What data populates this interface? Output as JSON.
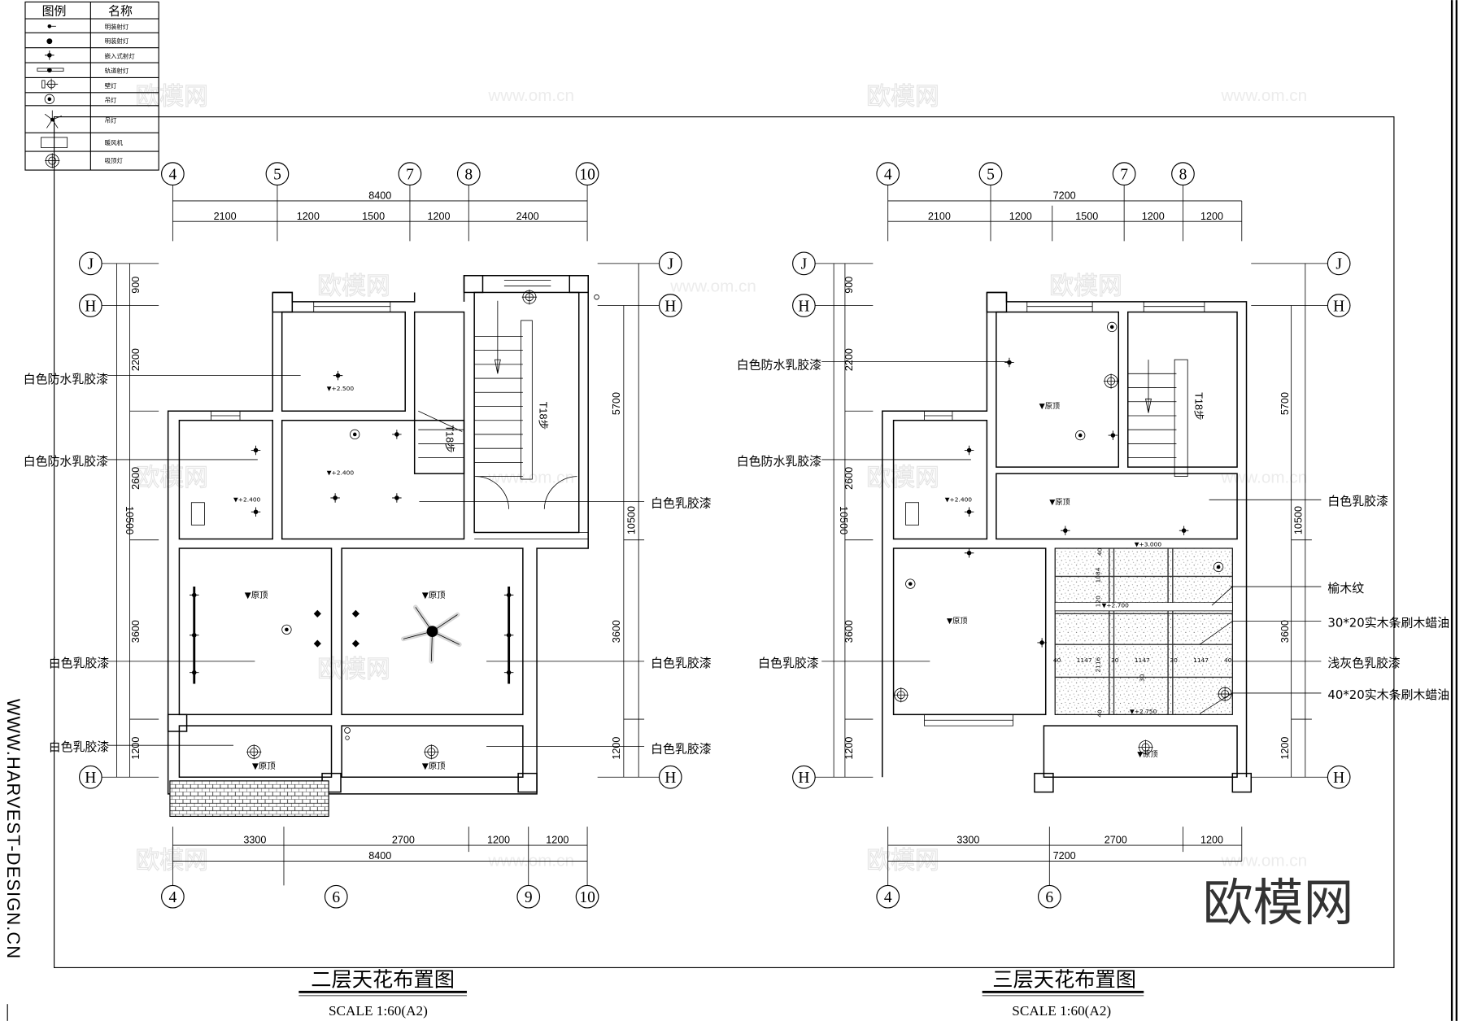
{
  "legend": {
    "header": [
      "图例",
      "名称"
    ],
    "items": [
      {
        "icon": "surface-spotlight-icon",
        "name": "明装射灯"
      },
      {
        "icon": "surface-spotlight-icon",
        "name": "明装射灯"
      },
      {
        "icon": "recessed-spotlight-icon",
        "name": "嵌入式射灯"
      },
      {
        "icon": "track-spotlight-icon",
        "name": "轨道射灯"
      },
      {
        "icon": "wall-lamp-icon",
        "name": "壁灯"
      },
      {
        "icon": "pendant-lamp-icon",
        "name": "吊灯"
      },
      {
        "icon": "fan-pendant-icon",
        "name": "吊灯"
      },
      {
        "icon": "heater-fan-icon",
        "name": "暖风机"
      },
      {
        "icon": "ceiling-lamp-icon",
        "name": "吸顶灯"
      }
    ]
  },
  "plan2": {
    "title": "二层天花布置图",
    "scale": "SCALE   1:60(A2)",
    "top_axes": [
      "4",
      "5",
      "7",
      "8",
      "10"
    ],
    "top_total": "8400",
    "top_dims": [
      "2100",
      "1200",
      "1500",
      "1200",
      "2400"
    ],
    "bottom_axes": [
      "4",
      "6",
      "9",
      "10"
    ],
    "bottom_total": "8400",
    "bottom_dims": [
      "3300",
      "2700",
      "1200",
      "1200"
    ],
    "side_axes": [
      "J",
      "H",
      "H"
    ],
    "left_dims": [
      "900",
      "2200",
      "2600",
      "3600",
      "1200"
    ],
    "left_total": "10500",
    "right_dims": [
      "5700",
      "3600",
      "1200"
    ],
    "right_total": "10500",
    "stair_label": "T18步",
    "stair_label_small": "T18步",
    "elevations": [
      "▼+2.500",
      "▼+2.400",
      "▼+2.400",
      "▼原顶",
      "▼原顶",
      "▼原顶",
      "▼原顶"
    ],
    "labels": [
      "白色防水乳胶漆",
      "白色防水乳胶漆",
      "白色乳胶漆",
      "白色乳胶漆",
      "白色乳胶漆",
      "白色乳胶漆",
      "白色乳胶漆"
    ]
  },
  "plan3": {
    "title": "三层天花布置图",
    "scale": "SCALE   1:60(A2)",
    "top_axes": [
      "4",
      "5",
      "7",
      "8"
    ],
    "top_total": "7200",
    "top_dims": [
      "2100",
      "1200",
      "1500",
      "1200",
      "1200"
    ],
    "bottom_axes": [
      "4",
      "6"
    ],
    "bottom_total": "7200",
    "bottom_dims": [
      "3300",
      "2700",
      "1200"
    ],
    "side_axes": [
      "J",
      "H",
      "H"
    ],
    "left_dims": [
      "900",
      "2200",
      "2600",
      "3600",
      "1200"
    ],
    "left_total": "10500",
    "right_dims": [
      "5700",
      "3600",
      "1200"
    ],
    "right_total": "10500",
    "stair_label": "T18步",
    "elevations": [
      "▼原顶",
      "▼+2.400",
      "▼原顶",
      "▼+3.000",
      "▼+2.700",
      "▼原顶",
      "▼+2.750",
      "▼原顶"
    ],
    "grid_dims": [
      "40",
      "1147",
      "30",
      "1147",
      "30",
      "1147",
      "40",
      "1084",
      "120",
      "2116",
      "30",
      "40",
      "40"
    ],
    "labels": [
      "白色防水乳胶漆",
      "白色防水乳胶漆",
      "白色乳胶漆",
      "白色乳胶漆",
      "榆木纹",
      "30*20实木条刷木蜡油",
      "浅灰色乳胶漆",
      "40*20实木条刷木蜡油"
    ]
  },
  "side_url": "WWW.HARVEST-DESIGN.CN",
  "watermark": {
    "brand": "欧模网",
    "url": "www.om.cn"
  },
  "colors": {
    "line": "#000000",
    "background": "#ffffff",
    "watermark": "#e4e4e4"
  }
}
